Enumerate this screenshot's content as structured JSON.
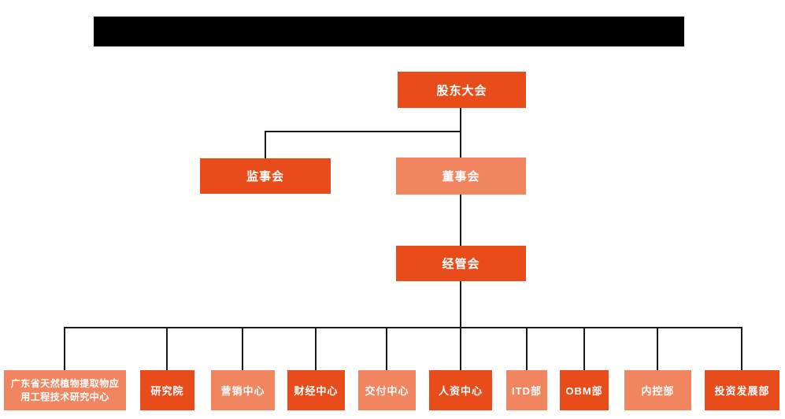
{
  "colors": {
    "primary_orange": "#E94C1B",
    "light_orange": "#F0855F",
    "connector_black": "#1a1a1a",
    "redacted_bar_black": "#000000",
    "node_text_white": "#ffffff",
    "background": "#ffffff"
  },
  "header": {
    "redacted_title_bar": ""
  },
  "org_chart": {
    "level1": {
      "shareholders": {
        "label": "股东大会"
      }
    },
    "level2": {
      "supervisory": {
        "label": "监事会"
      },
      "board": {
        "label": "董事会"
      }
    },
    "level3": {
      "management": {
        "label": "经管会"
      }
    },
    "departments": [
      {
        "label": "广东省天然植物提取物应用工程技术研究中心"
      },
      {
        "label": "研究院"
      },
      {
        "label": "营销中心"
      },
      {
        "label": "财经中心"
      },
      {
        "label": "交付中心"
      },
      {
        "label": "人资中心"
      },
      {
        "label": "ITD部"
      },
      {
        "label": "OBM部"
      },
      {
        "label": "内控部"
      },
      {
        "label": "投资发展部"
      }
    ]
  }
}
